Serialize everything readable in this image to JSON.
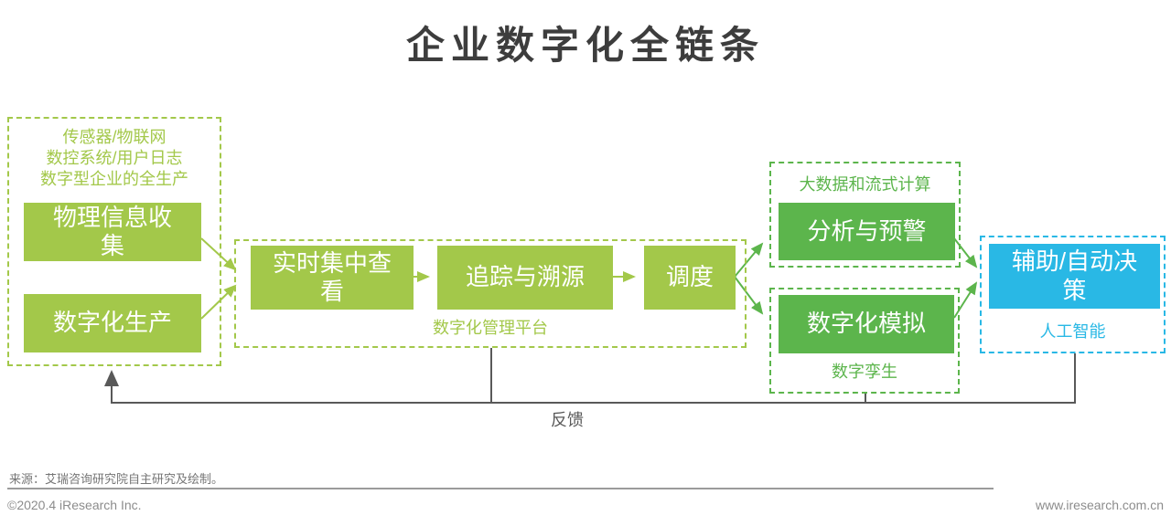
{
  "title": "企业数字化全链条",
  "colors": {
    "yellow_green": "#a3c84a",
    "dark_green": "#5cb54c",
    "blue": "#29b8e5",
    "line_gray": "#595959",
    "title_gray": "#3d3d3d"
  },
  "groups": {
    "collection": {
      "caption": "传感器/物联网\n数控系统/用户日志\n数字型企业的全生产",
      "boxes": [
        "物理信息收\n集",
        "数字化生产"
      ]
    },
    "platform": {
      "label": "数字化管理平台",
      "boxes": [
        "实时集中查\n看",
        "追踪与溯源",
        "调度"
      ]
    },
    "bigdata": {
      "label": "大数据和流式计算",
      "box": "分析与预警"
    },
    "twin": {
      "label": "数字孪生",
      "box": "数字化模拟"
    },
    "ai": {
      "label": "人工智能",
      "box": "辅助/自动决\n策"
    }
  },
  "feedback_label": "反馈",
  "footer": {
    "source": "来源：艾瑞咨询研究院自主研究及绘制。",
    "copyright": "©2020.4 iResearch Inc.",
    "website": "www.iresearch.com.cn"
  }
}
